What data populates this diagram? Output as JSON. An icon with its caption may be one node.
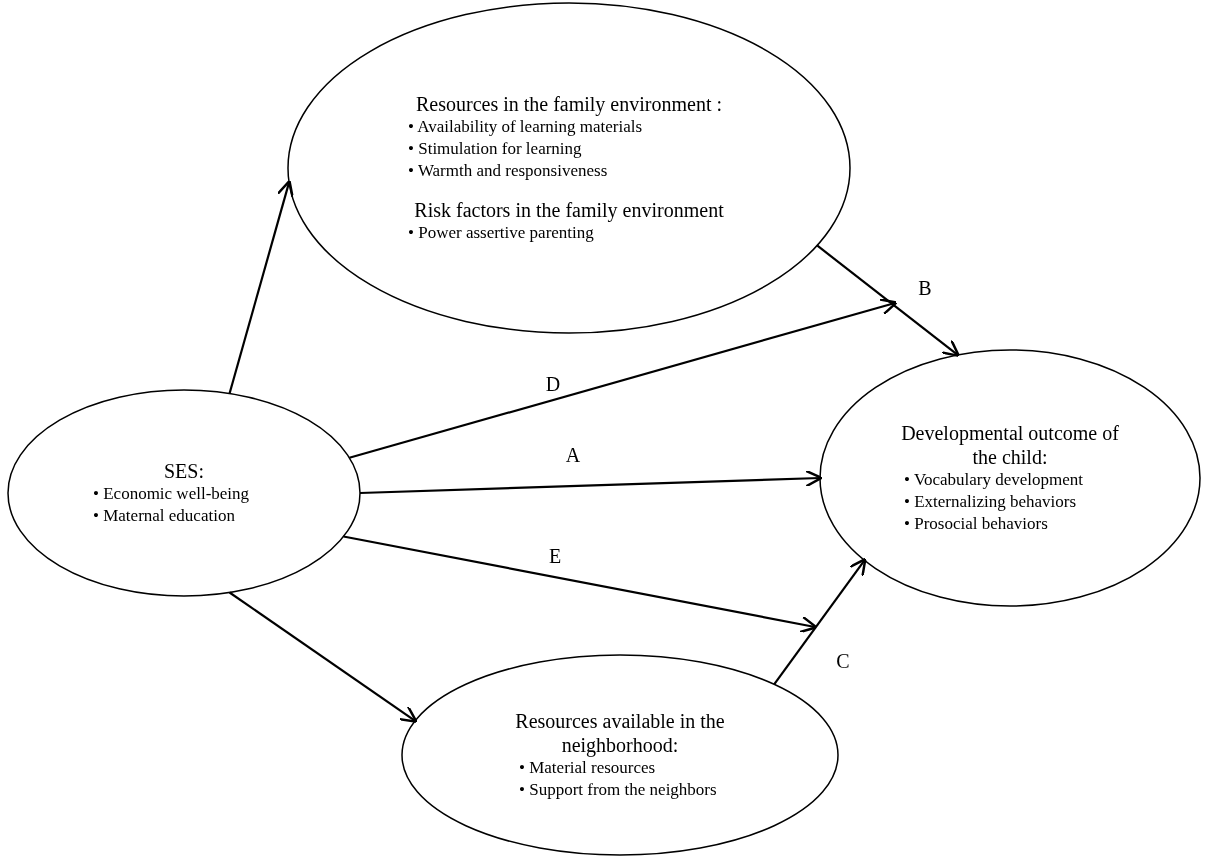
{
  "diagram": {
    "nodes": [
      {
        "text": [
          "Resources in the family environment :",
          "• Availability of learning materials",
          "• Stimulation for learning",
          "• Warmth and responsiveness",
          "Risk factors in the family environment",
          "• Power assertive parenting"
        ]
      },
      {
        "text": [
          "SES:",
          "• Economic well-being",
          "• Maternal education"
        ]
      },
      {
        "text": [
          "Developmental outcome of the child:",
          "• Vocabulary development",
          "• Externalizing behaviors",
          "• Prosocial behaviors"
        ]
      },
      {
        "text": [
          "Resources available in the neighborhood:",
          "• Material resources",
          "• Support from the neighbors"
        ]
      }
    ],
    "edges": [
      {
        "from": 1,
        "to": 0,
        "arrow": "to"
      },
      {
        "from": 0,
        "to": 2,
        "arrow": "to",
        "label": "B"
      },
      {
        "from": 1,
        "to": null,
        "arrow": "to",
        "label": "D"
      },
      {
        "from": 1,
        "to": 2,
        "arrow": "to",
        "label": "A"
      },
      {
        "from": 1,
        "to": 3,
        "arrow": "to"
      },
      {
        "from": 3,
        "to": 2,
        "arrow": "to",
        "label": "C"
      },
      {
        "from": 1,
        "to": null,
        "arrow": "to",
        "label": "E"
      }
    ]
  }
}
